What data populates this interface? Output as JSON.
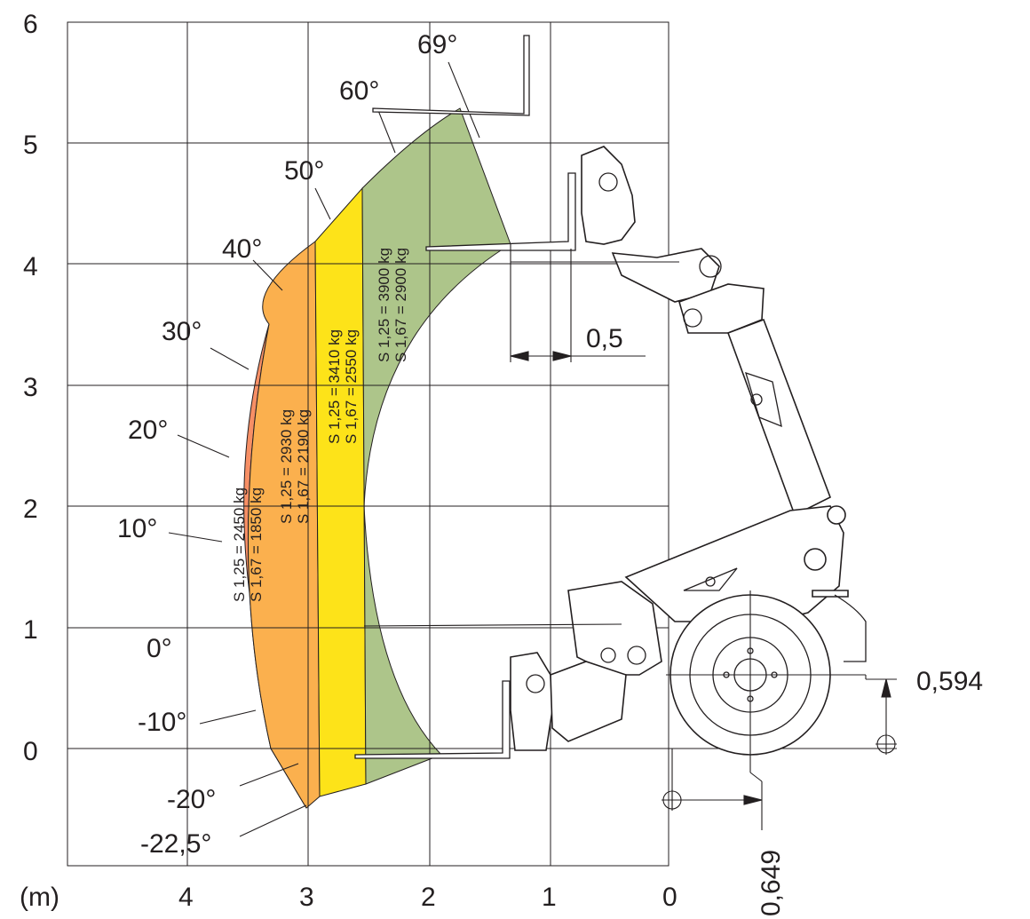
{
  "axes": {
    "unit_label": "(m)",
    "x_ticks": [
      "4",
      "3",
      "2",
      "1",
      "0"
    ],
    "y_ticks": [
      "6",
      "5",
      "4",
      "3",
      "2",
      "1",
      "0"
    ]
  },
  "angles": [
    {
      "id": "a69",
      "label": "69°"
    },
    {
      "id": "a60",
      "label": "60°"
    },
    {
      "id": "a50",
      "label": "50°"
    },
    {
      "id": "a40",
      "label": "40°"
    },
    {
      "id": "a30",
      "label": "30°"
    },
    {
      "id": "a20",
      "label": "20°"
    },
    {
      "id": "a10",
      "label": "10°"
    },
    {
      "id": "a0",
      "label": "0°"
    },
    {
      "id": "am10",
      "label": "-10°"
    },
    {
      "id": "am20",
      "label": "-20°"
    },
    {
      "id": "am225",
      "label": "-22,5°"
    }
  ],
  "zones": [
    {
      "color": "#f78f65",
      "line1": "S 1,25 = 2450 kg",
      "line2": "S 1,67 = 1850 kg"
    },
    {
      "color": "#fbb04e",
      "line1": "S 1,25 = 2930 kg",
      "line2": "S 1,67 = 2190 kg"
    },
    {
      "color": "#fde319",
      "line1": "S 1,25 = 3410 kg",
      "line2": "S 1,67 = 2550 kg"
    },
    {
      "color": "#adc58a",
      "line1": "S 1,25 = 3900 kg",
      "line2": "S 1,67 = 2900 kg"
    }
  ],
  "dimensions": {
    "load_center": "0,5",
    "pivot_height": "0,594",
    "pivot_offset": "0,649"
  }
}
